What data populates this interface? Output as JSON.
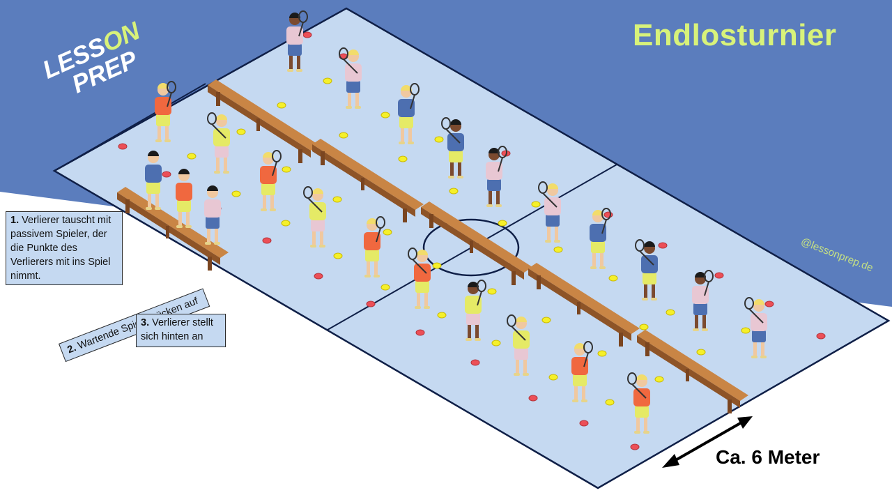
{
  "title": "Endlosturnier",
  "logo": {
    "part1": "LESS",
    "part2": "ON",
    "part3": "PREP"
  },
  "watermark": "@lessonprep.de",
  "distance_label": "Ca. 6 Meter",
  "instructions": [
    {
      "num": "1.",
      "text": "Verlierer tauscht mit passivem Spieler, der die Punkte des Verlierers mit ins Spiel nimmt."
    },
    {
      "num": "2.",
      "text": "Wartende Spieler rücken auf"
    },
    {
      "num": "3.",
      "text": "Verlierer stellt sich hinten an"
    }
  ],
  "colors": {
    "background_upper": "#5b7dbd",
    "court": "#c5d9f1",
    "line": "#0f1f47",
    "bench": "#b8733c",
    "title": "#d8f27a",
    "cone_yellow": "#f5f02a",
    "cone_red": "#ec4f57"
  }
}
